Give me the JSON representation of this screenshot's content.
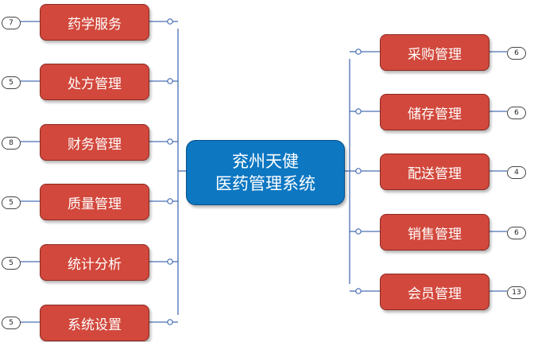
{
  "center": {
    "line1": "兖州天健",
    "line2": "医药管理系统"
  },
  "left_nodes": [
    {
      "label": "药学服务",
      "count": "7"
    },
    {
      "label": "处方管理",
      "count": "5"
    },
    {
      "label": "财务管理",
      "count": "8"
    },
    {
      "label": "质量管理",
      "count": "5"
    },
    {
      "label": "统计分析",
      "count": "5"
    },
    {
      "label": "系统设置",
      "count": "5"
    }
  ],
  "right_nodes": [
    {
      "label": "采购管理",
      "count": "6"
    },
    {
      "label": "储存管理",
      "count": "6"
    },
    {
      "label": "配送管理",
      "count": "4"
    },
    {
      "label": "销售管理",
      "count": "6"
    },
    {
      "label": "会员管理",
      "count": "13"
    }
  ],
  "colors": {
    "center_fill": "#0d77c2",
    "node_fill": "#d2483c",
    "connector": "#4a6fb4"
  }
}
